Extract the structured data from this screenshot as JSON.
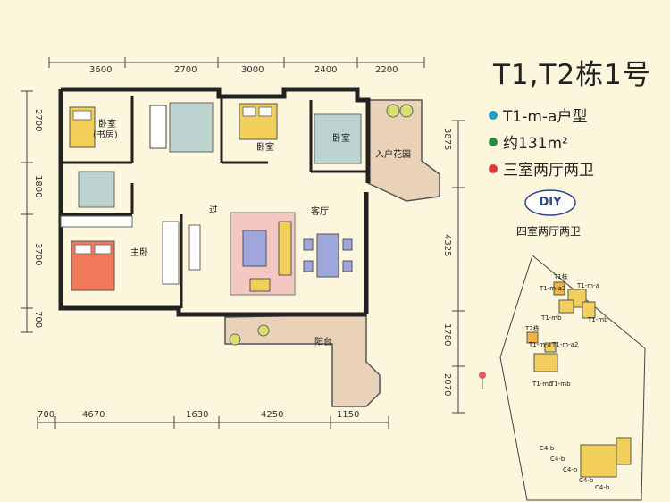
{
  "title": "T1,T2栋1号",
  "info": [
    {
      "text": "T1-m-a户型",
      "color": "#2a9bc4"
    },
    {
      "text": "约131m²",
      "color": "#2e8b3e"
    },
    {
      "text": "三室两厅两卫",
      "color": "#d63a3a"
    }
  ],
  "diy": {
    "badge": "DIY",
    "subtitle": "四室两厅两卫"
  },
  "dimensions": {
    "top": [
      "3600",
      "2700",
      "3000",
      "2400",
      "2200"
    ],
    "bottom": [
      "700",
      "4670",
      "1630",
      "4250",
      "1150"
    ],
    "left": [
      "2700",
      "1800",
      "3700",
      "700"
    ],
    "right": [
      "3875",
      "4325",
      "1780",
      "2070"
    ]
  },
  "rooms": {
    "bedroom1": "卧室",
    "bedroom1_note": "(书房)",
    "bedroom2": "卧室",
    "bedroom3": "卧室",
    "master": "主卧",
    "corridor": "过",
    "living": "客厅",
    "kitchen": "入户花园",
    "balcony": "阳台"
  },
  "site_map": {
    "buildings": [
      "T1栋",
      "T2栋"
    ],
    "labels": [
      "T1-m-a2",
      "T1-m-a",
      "T1-mb",
      "T1-mb",
      "T1-m-a",
      "T1-m-a2",
      "T1-mb",
      "T1-mb",
      "C4-b",
      "C4-b",
      "C4-b",
      "C4-b",
      "C4-b"
    ]
  }
}
